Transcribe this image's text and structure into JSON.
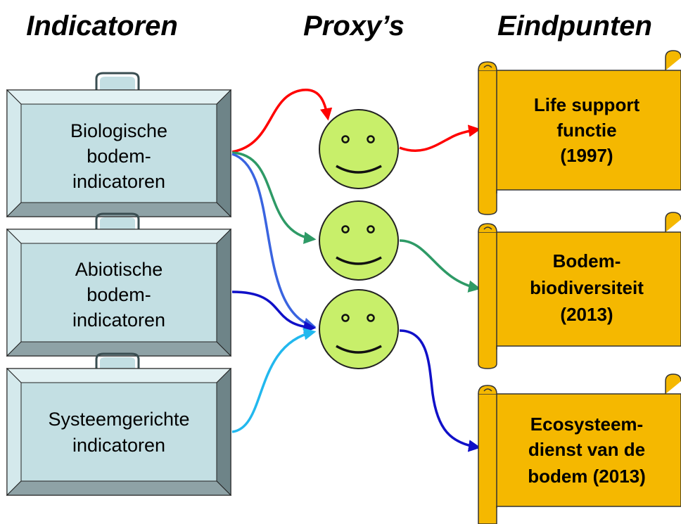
{
  "headings": {
    "indicators": "Indicatoren",
    "proxies": "Proxy’s",
    "endpoints": "Eindpunten"
  },
  "indicator_boxes": [
    {
      "lines": [
        "Biologische",
        "bodem-",
        "indicatoren"
      ]
    },
    {
      "lines": [
        "Abiotische",
        "bodem-",
        "indicatoren"
      ]
    },
    {
      "lines": [
        "Systeemgerichte",
        "indicatoren"
      ]
    }
  ],
  "proxies": [
    "smiley-face-1",
    "smiley-face-2",
    "smiley-face-3"
  ],
  "endpoints": [
    {
      "lines": [
        "Life support",
        "functie",
        "(1997)"
      ]
    },
    {
      "lines": [
        "Bodem-",
        "biodiversiteit",
        "(2013)"
      ]
    },
    {
      "lines": [
        "Ecosysteem-",
        "dienst van de",
        "bodem (2013)"
      ]
    }
  ],
  "colors": {
    "box_face": "#c3dfe3",
    "box_dark": "#6e8488",
    "scroll": "#f5b800",
    "smiley": "#c8ef6a",
    "arrow_red": "#ff0000",
    "arrow_green": "#2e9a66",
    "arrow_blue": "#3a64e0",
    "arrow_darkblue": "#1010c8",
    "arrow_cyan": "#22b8ee"
  }
}
